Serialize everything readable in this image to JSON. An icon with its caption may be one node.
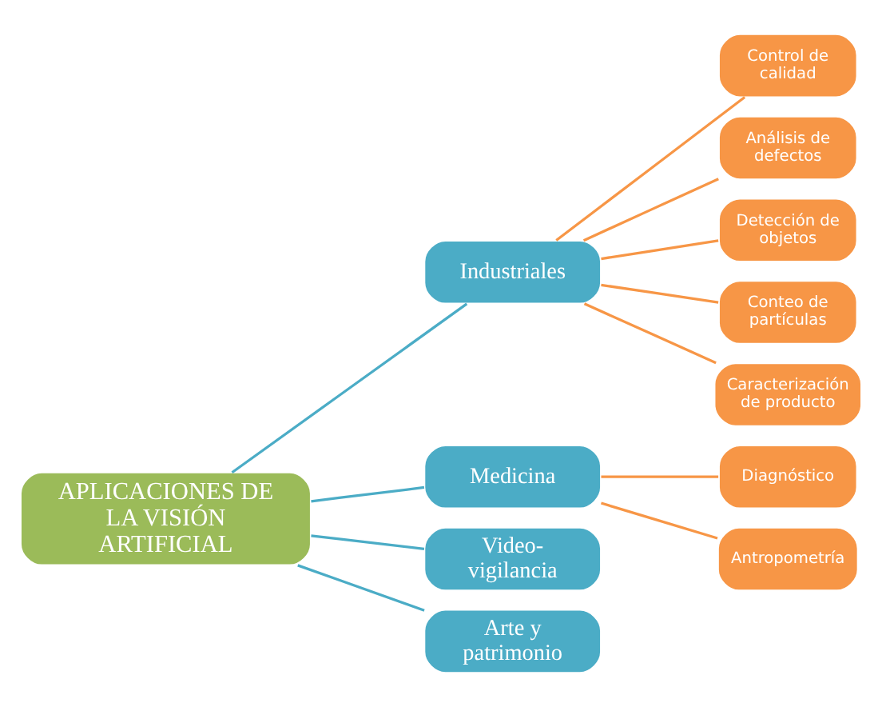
{
  "diagram": {
    "nodes": [
      {
        "text": [
          "APLICACIONES DE LA VISIÓN ARTIFICIAL"
        ]
      },
      {
        "text": [
          "Industriales"
        ]
      },
      {
        "text": [
          "Medicina"
        ]
      },
      {
        "text": [
          "Video-vigilancia"
        ]
      },
      {
        "text": [
          "Arte y patrimonio"
        ]
      },
      {
        "text": [
          "Control de calidad"
        ]
      },
      {
        "text": [
          "Análisis de defectos"
        ]
      },
      {
        "text": [
          "Detección de objetos"
        ]
      },
      {
        "text": [
          "Conteo de partículas"
        ]
      },
      {
        "text": [
          "Caracterización de producto"
        ]
      },
      {
        "text": [
          "Diagnóstico"
        ]
      },
      {
        "text": [
          "Antropometría"
        ]
      }
    ],
    "edges": [
      {
        "from": 0,
        "to": 1,
        "arrow": "none",
        "color": "#4bacc6"
      },
      {
        "from": 0,
        "to": 2,
        "arrow": "none",
        "color": "#4bacc6"
      },
      {
        "from": 0,
        "to": 3,
        "arrow": "none",
        "color": "#4bacc6"
      },
      {
        "from": 0,
        "to": 4,
        "arrow": "none",
        "color": "#4bacc6"
      },
      {
        "from": 1,
        "to": 5,
        "arrow": "none"
      },
      {
        "from": 1,
        "to": 6,
        "arrow": "none"
      },
      {
        "from": 1,
        "to": 7,
        "arrow": "none"
      },
      {
        "from": 1,
        "to": 8,
        "arrow": "none"
      },
      {
        "from": 1,
        "to": 9,
        "arrow": "none"
      },
      {
        "from": 2,
        "to": 10,
        "arrow": "none"
      },
      {
        "from": 2,
        "to": 11,
        "arrow": "none"
      }
    ]
  }
}
